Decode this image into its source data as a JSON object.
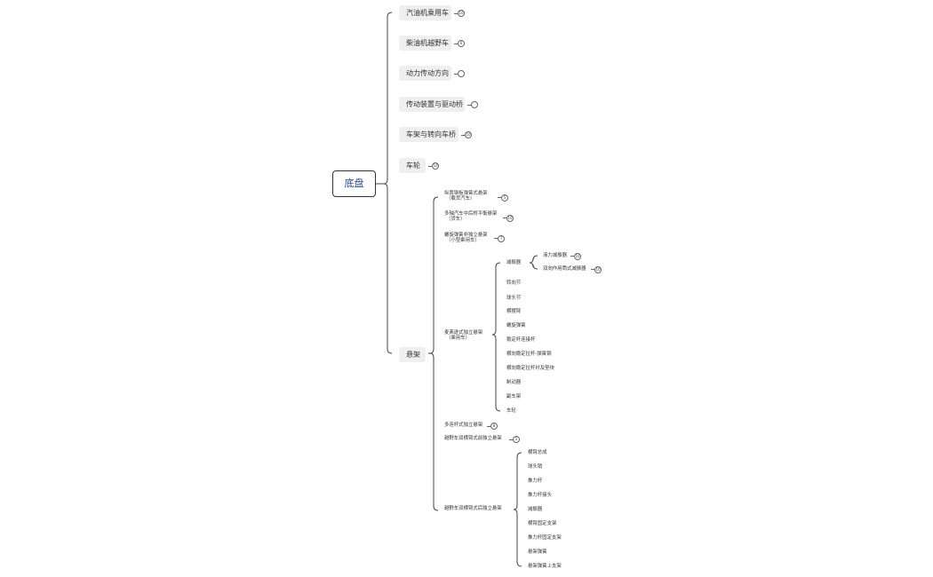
{
  "root": {
    "label": "底盘"
  },
  "branches": [
    {
      "label": "汽油机乘用车",
      "badge": "10"
    },
    {
      "label": "柴油机越野车",
      "badge": "6"
    },
    {
      "label": "动力传动方向",
      "badge": ""
    },
    {
      "label": "传动装置与驱动桥",
      "badge": ""
    },
    {
      "label": "车架与转向车桥",
      "badge": "10"
    },
    {
      "label": "车轮",
      "badge": "10"
    },
    {
      "label": "悬架",
      "badge": ""
    }
  ],
  "suspension": [
    {
      "label": "纵置钢板弹簧式悬架",
      "sub": "（载货汽车）",
      "badge": "5"
    },
    {
      "label": "多轴汽车中后桥平衡悬架",
      "sub": "（货车）",
      "badge": "10"
    },
    {
      "label": "螺旋弹簧非独立悬架",
      "sub": "（小型乘用车）",
      "badge": "7"
    },
    {
      "label": "麦弗逊式独立悬架",
      "sub": "（乘用车）",
      "badge": ""
    },
    {
      "label": "多连杆式独立悬架",
      "sub": "",
      "badge": "8"
    },
    {
      "label": "越野车双横臂式前独立悬架",
      "sub": "",
      "badge": "5"
    },
    {
      "label": "越野车双横臂式后独立悬架",
      "sub": "",
      "badge": ""
    }
  ],
  "macpherson_parts": [
    "减振器",
    "转向节",
    "球头节",
    "横摆臂",
    "螺旋弹簧",
    "稳定杆连接杆",
    "横向稳定拉杆-弹簧钢",
    "横向稳定拉杆衬及垫块",
    "制动器",
    "副车架",
    "车轮"
  ],
  "damper_types": [
    {
      "label": "液力减振器",
      "badge": "10"
    },
    {
      "label": "双向作用筒式减振器",
      "badge": "10"
    }
  ],
  "rear_parts": [
    "横臂总成",
    "球头销",
    "推力杆",
    "推力杆接头",
    "减振器",
    "横臂固定支架",
    "推力杆固定支架",
    "悬架弹簧",
    "悬架弹簧上支架"
  ]
}
